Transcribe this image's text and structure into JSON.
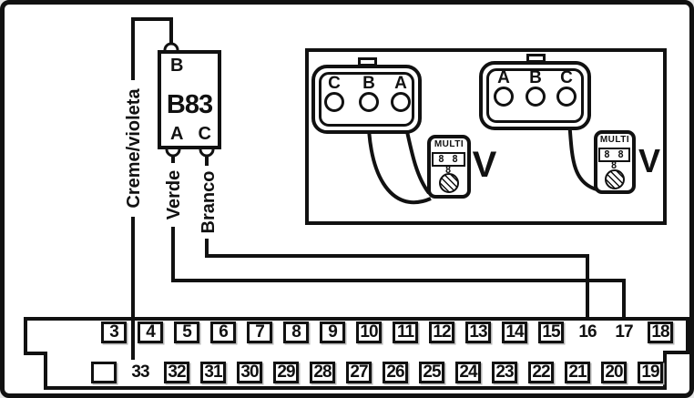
{
  "component_b83": {
    "name": "B83",
    "terminal_top": "B",
    "terminal_bottom_left": "A",
    "terminal_bottom_right": "C"
  },
  "wire_labels": {
    "top": "Creme/violeta",
    "left": "Verde",
    "right": "Branco"
  },
  "test_panel": {
    "left_connector_pins": [
      "C",
      "B",
      "A"
    ],
    "right_connector_pins": [
      "A",
      "B",
      "C"
    ],
    "meter1": {
      "brand": "MULTI",
      "display": "8 8 8",
      "unit": "V"
    },
    "meter2": {
      "brand": "MULTI",
      "display": "8 8 8",
      "unit": "V"
    }
  },
  "ecu_connector": {
    "top_row": [
      {
        "label": "3",
        "boxed": true
      },
      {
        "label": "4",
        "boxed": true
      },
      {
        "label": "5",
        "boxed": true
      },
      {
        "label": "6",
        "boxed": true
      },
      {
        "label": "7",
        "boxed": true
      },
      {
        "label": "8",
        "boxed": true
      },
      {
        "label": "9",
        "boxed": true
      },
      {
        "label": "10",
        "boxed": true
      },
      {
        "label": "11",
        "boxed": true
      },
      {
        "label": "12",
        "boxed": true
      },
      {
        "label": "13",
        "boxed": true
      },
      {
        "label": "14",
        "boxed": true
      },
      {
        "label": "15",
        "boxed": true
      },
      {
        "label": "16",
        "boxed": false
      },
      {
        "label": "17",
        "boxed": false
      },
      {
        "label": "18",
        "boxed": true
      }
    ],
    "bottom_row": [
      {
        "label": "",
        "boxed": true
      },
      {
        "label": "33",
        "boxed": false
      },
      {
        "label": "32",
        "boxed": true
      },
      {
        "label": "31",
        "boxed": true
      },
      {
        "label": "30",
        "boxed": true
      },
      {
        "label": "29",
        "boxed": true
      },
      {
        "label": "28",
        "boxed": true
      },
      {
        "label": "27",
        "boxed": true
      },
      {
        "label": "26",
        "boxed": true
      },
      {
        "label": "25",
        "boxed": true
      },
      {
        "label": "24",
        "boxed": true
      },
      {
        "label": "23",
        "boxed": true
      },
      {
        "label": "22",
        "boxed": true
      },
      {
        "label": "21",
        "boxed": true
      },
      {
        "label": "20",
        "boxed": true
      },
      {
        "label": "19",
        "boxed": true
      }
    ]
  },
  "colors": {
    "line": "#111111",
    "background": "#ffffff",
    "shadow": "#b5b5b5"
  }
}
